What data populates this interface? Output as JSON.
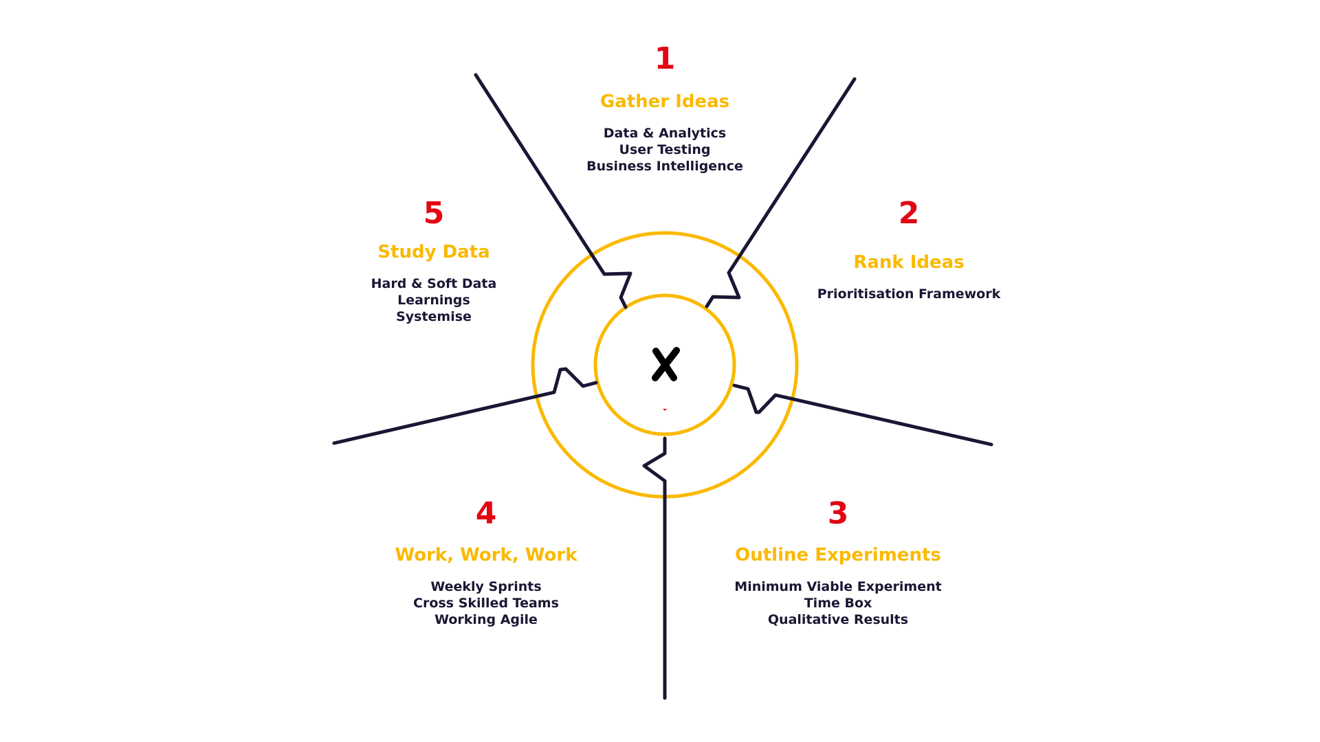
{
  "colors": {
    "number": "#e30613",
    "title": "#fbb900",
    "text": "#1a1633",
    "ring": "#fbb900",
    "line": "#1a1633"
  },
  "center_icon": "x-logo-icon",
  "steps": [
    {
      "number": "1",
      "title": "Gather Ideas",
      "items": [
        "Data & Analytics",
        "User Testing",
        "Business Intelligence"
      ]
    },
    {
      "number": "2",
      "title": "Rank Ideas",
      "items": [
        "Prioritisation Framework"
      ]
    },
    {
      "number": "3",
      "title": "Outline Experiments",
      "items": [
        "Minimum Viable Experiment",
        "Time Box",
        "Qualitative Results"
      ]
    },
    {
      "number": "4",
      "title": "Work, Work, Work",
      "items": [
        "Weekly Sprints",
        "Cross Skilled Teams",
        "Working Agile"
      ]
    },
    {
      "number": "5",
      "title": "Study Data",
      "items": [
        "Hard & Soft Data",
        "Learnings",
        "Systemise"
      ]
    }
  ]
}
